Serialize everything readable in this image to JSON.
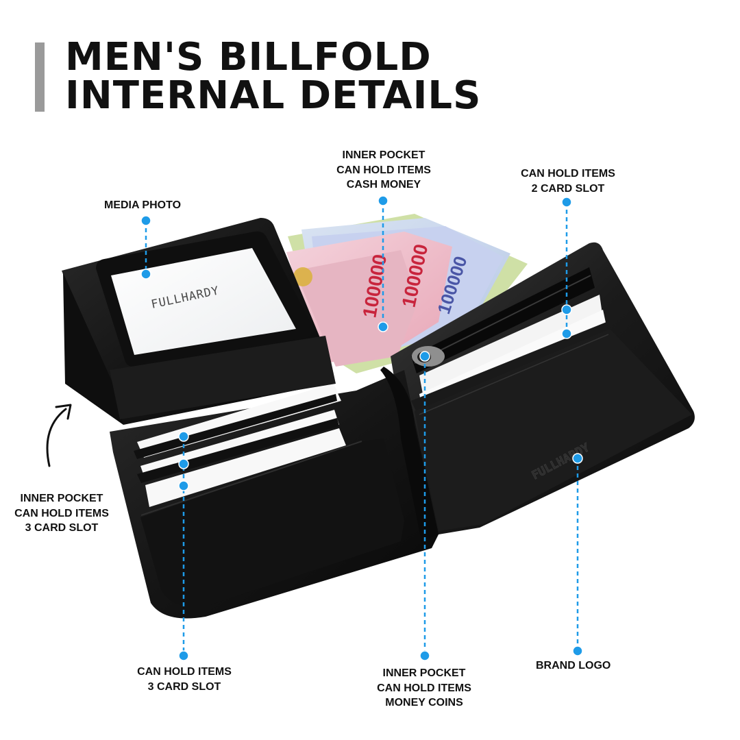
{
  "title": {
    "line1": "MEN'S BILLFOLD",
    "line2": "INTERNAL DETAILS"
  },
  "wallet": {
    "brand_window_text": "FULLHARDY",
    "brand_emboss_text": "FULLHARDY",
    "banknote_value": "100000"
  },
  "callouts": {
    "media_photo": {
      "lines": [
        "MEDIA PHOTO"
      ]
    },
    "cash_money": {
      "lines": [
        "INNER POCKET",
        "CAN HOLD ITEMS",
        "CASH MONEY"
      ]
    },
    "right_card_slot": {
      "lines": [
        "CAN HOLD ITEMS",
        "2 CARD SLOT"
      ]
    },
    "inner_3_card_slot": {
      "lines": [
        "INNER POCKET",
        "CAN HOLD ITEMS",
        "3 CARD SLOT"
      ]
    },
    "left_3_card_slot": {
      "lines": [
        "CAN HOLD ITEMS",
        "3 CARD SLOT"
      ]
    },
    "money_coins": {
      "lines": [
        "INNER POCKET",
        "CAN HOLD ITEMS",
        "MONEY COINS"
      ]
    },
    "brand_logo": {
      "lines": [
        "BRAND LOGO"
      ]
    }
  },
  "colors": {
    "accent": "#1e9be8",
    "title": "#111111",
    "title_bar": "#9a9a9a",
    "leather": "#141414"
  },
  "icons": {
    "curved_arrow": "curved-arrow-icon"
  }
}
